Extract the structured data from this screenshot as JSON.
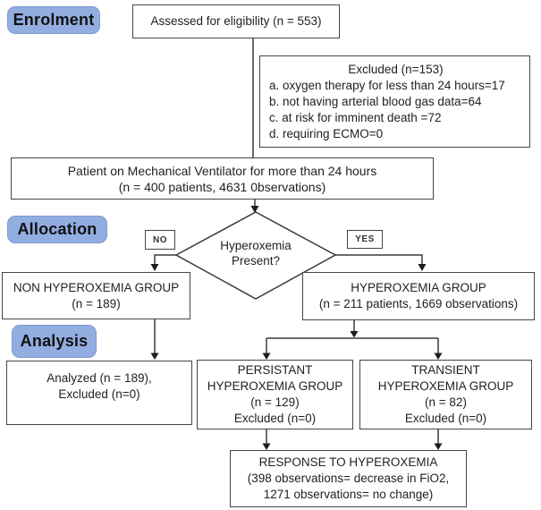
{
  "stages": {
    "enrolment": "Enrolment",
    "allocation": "Allocation",
    "analysis": "Analysis"
  },
  "flow": {
    "assessed": "Assessed for eligibility (n = 553)",
    "excluded_title": "Excluded (n=153)",
    "excluded_items": [
      "a. oxygen therapy for less than 24 hours=17",
      "b. not having arterial blood gas data=64",
      "c. at risk for imminent death =72",
      "d. requiring ECMO=0"
    ],
    "ventilator_line1": "Patient on Mechanical Ventilator for more than 24 hours",
    "ventilator_line2": "(n = 400 patients, 4631 0bservations)",
    "decision_line1": "Hyperoxemia",
    "decision_line2": "Present?",
    "branch_no": "NO",
    "branch_yes": "YES",
    "non_group_line1": "NON HYPEROXEMIA GROUP",
    "non_group_line2": "(n = 189)",
    "hyper_group_line1": "HYPEROXEMIA GROUP",
    "hyper_group_line2": "(n = 211 patients, 1669 observations)",
    "analyzed_line1": "Analyzed (n = 189),",
    "analyzed_line2": "Excluded (n=0)",
    "persistant_line1": "PERSISTANT",
    "persistant_line2": "HYPEROXEMIA GROUP",
    "persistant_line3": "(n = 129)",
    "persistant_line4": "Excluded (n=0)",
    "transient_line1": "TRANSIENT",
    "transient_line2": "HYPEROXEMIA GROUP",
    "transient_line3": "(n = 82)",
    "transient_line4": "Excluded (n=0)",
    "response_line1": "RESPONSE TO HYPEROXEMIA",
    "response_line2": "(398 observations= decrease in FiO2,",
    "response_line3": "1271 observations= no change)"
  },
  "colors": {
    "stage_label_bg": "#92ade0",
    "stage_label_border": "#7f9ad0",
    "box_border": "#454545",
    "connector": "#3a3a3a",
    "text": "#222222"
  }
}
